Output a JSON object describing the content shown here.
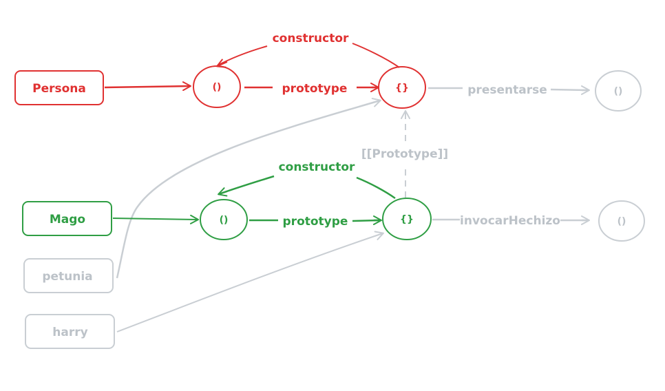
{
  "colors": {
    "persona": "#e03131",
    "mago": "#2f9e44",
    "muted": "#c9ced3",
    "muted_text": "#bcc2c8"
  },
  "boxes": {
    "persona": "Persona",
    "mago": "Mago",
    "petunia": "petunia",
    "harry": "harry"
  },
  "nodes": {
    "persona_fn": "()",
    "persona_proto": "{}",
    "presentarse_fn": "()",
    "mago_fn": "()",
    "mago_proto": "{}",
    "hechizo_fn": "()"
  },
  "edges": {
    "persona_constructor": "constructor",
    "persona_prototype": "prototype",
    "presentarse": "presentarse",
    "proto_link": "[[Prototype]]",
    "mago_constructor": "constructor",
    "mago_prototype": "prototype",
    "invocar": "invocarHechizo"
  }
}
